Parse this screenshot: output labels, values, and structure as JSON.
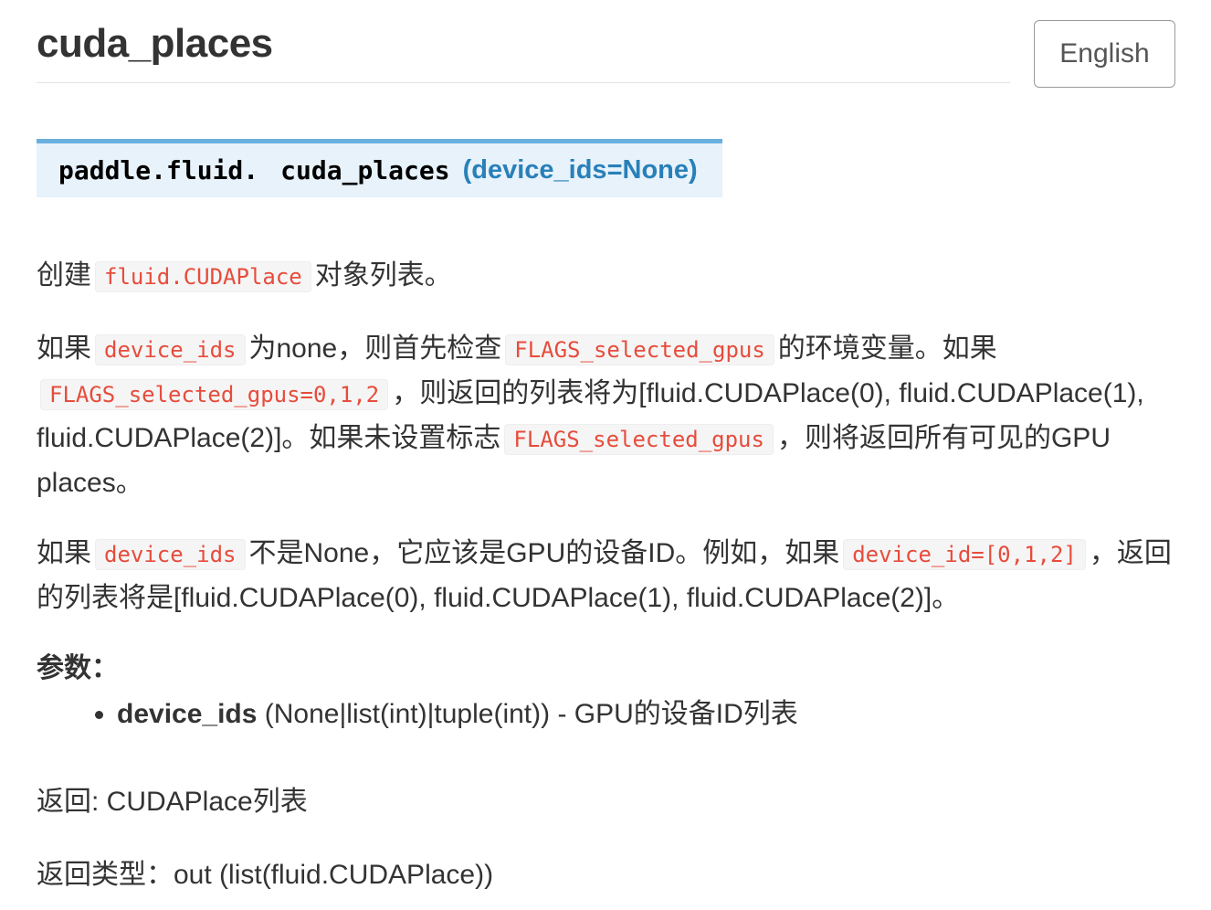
{
  "title": "cuda_places",
  "language_button": "English",
  "signature": {
    "module": "paddle.fluid.",
    "name": "cuda_places",
    "params": "(device_ids=None)"
  },
  "p1": [
    "创建",
    "fluid.CUDAPlace",
    "对象列表。"
  ],
  "p2": [
    "如果",
    "device_ids",
    "为none，则首先检查",
    "FLAGS_selected_gpus",
    "的环境变量。如果",
    "FLAGS_selected_gpus=0,1,2",
    "，则返回的列表将为[fluid.CUDAPlace(0), fluid.CUDAPlace(1), fluid.CUDAPlace(2)]。如果未设置标志",
    "FLAGS_selected_gpus",
    "，则将返回所有可见的GPU places。"
  ],
  "p3": [
    "如果",
    "device_ids",
    "不是None，它应该是GPU的设备ID。例如，如果",
    "device_id=[0,1,2]",
    "，返回的列表将是[fluid.CUDAPlace(0), fluid.CUDAPlace(1), fluid.CUDAPlace(2)]。"
  ],
  "params_heading": "参数：",
  "param": {
    "name": "device_ids",
    "desc": " (None|list(int)|tuple(int)) - GPU的设备ID列表"
  },
  "returns": "返回: CUDAPlace列表",
  "return_type": "返回类型：out (list(fluid.CUDAPlace))"
}
